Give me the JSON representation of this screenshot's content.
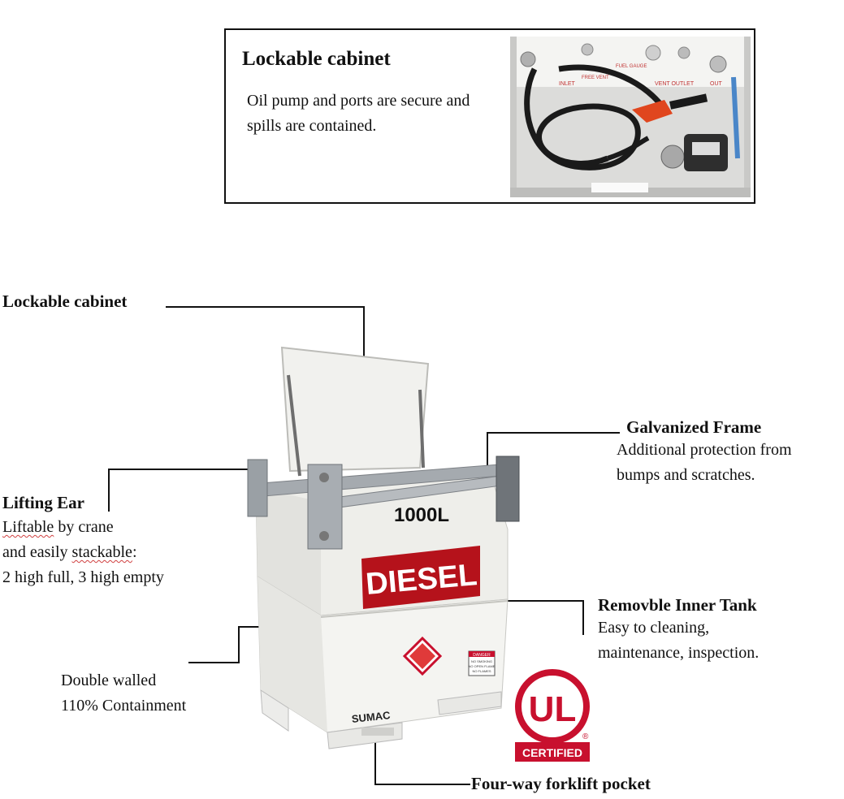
{
  "top_box": {
    "title": "Lockable cabinet",
    "description": "Oil pump and ports are secure and spills are contained.",
    "photo_labels": {
      "inlet": "INLET",
      "free_vent": "FREE VENT",
      "fuel_gauge": "FUEL GAUGE",
      "vent_outlet": "VENT OUTLET",
      "out": "OUT"
    }
  },
  "callouts": {
    "lockable_cabinet": {
      "title": "Lockable cabinet"
    },
    "lifting_ear": {
      "title": "Lifting Ear",
      "line1_underlined": "Liftable",
      "line1_rest": " by crane",
      "line2_pre": "and easily ",
      "line2_underlined": "stackable",
      "line2_post": ":",
      "line3": "2 high full, 3 high empty"
    },
    "galvanized_frame": {
      "title": "Galvanized Frame",
      "line1": "Additional protection from",
      "line2": "bumps and scratches."
    },
    "inner_tank": {
      "title": "Removble Inner Tank",
      "line1": "Easy to cleaning,",
      "line2": "maintenance, inspection."
    },
    "double_walled": {
      "line1": "Double walled",
      "line2": "110% Containment"
    },
    "forklift": {
      "title": "Four-way forklift pocket"
    }
  },
  "tank": {
    "capacity": "1000L",
    "product": "DIESEL",
    "brand": "SUMAC",
    "danger_label": "DANGER",
    "danger_lines": [
      "NO SMOKING",
      "NO OPEN FLAME",
      "NO FLAMES"
    ]
  },
  "ul_logo": {
    "letters": "UL",
    "certified": "CERTIFIED",
    "registered": "®"
  },
  "colors": {
    "diesel_red": "#b5121b",
    "ul_red": "#c8102e",
    "tank_white": "#f2f2ef",
    "frame_gray": "#9ea3a8"
  }
}
